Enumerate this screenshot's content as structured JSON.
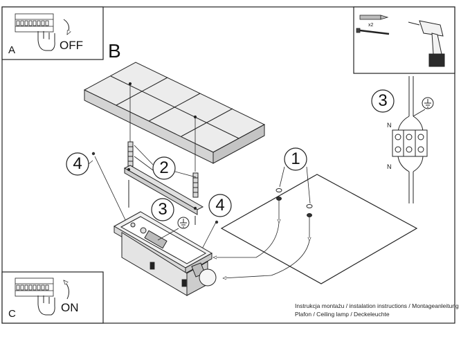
{
  "steps": {
    "a": {
      "letter": "A",
      "state": "OFF"
    },
    "b": {
      "letter": "B"
    },
    "c": {
      "letter": "C",
      "state": "ON"
    }
  },
  "tools": {
    "quantity": "x2"
  },
  "callouts": {
    "one": "1",
    "two": "2",
    "three_main": "3",
    "three_detail": "3",
    "four_left": "4",
    "four_right": "4"
  },
  "wiring": {
    "top_label": "N",
    "bottom_label": "N"
  },
  "caption": {
    "line1": "Instrukcja montażu / instalation instructions / Montageanleitung",
    "line2": "Plafon / Ceiling lamp / Deckeleuchte"
  },
  "colors": {
    "line": "#222222",
    "fill": "#e6e6e6",
    "fill_dark": "#bdbdbd"
  }
}
